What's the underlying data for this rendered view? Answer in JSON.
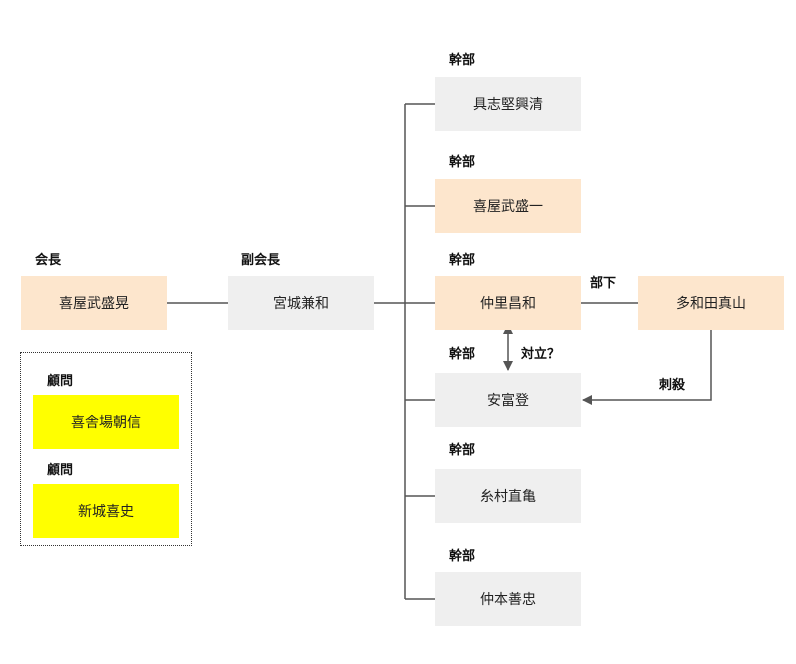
{
  "chairman": {
    "role": "会長",
    "name": "喜屋武盛晃"
  },
  "vice_chairman": {
    "role": "副会長",
    "name": "宮城兼和"
  },
  "advisors": [
    {
      "role": "顧問",
      "name": "喜舎場朝信"
    },
    {
      "role": "顧問",
      "name": "新城喜史"
    }
  ],
  "executives": [
    {
      "role": "幹部",
      "name": "具志堅興清"
    },
    {
      "role": "幹部",
      "name": "喜屋武盛一"
    },
    {
      "role": "幹部",
      "name": "仲里昌和"
    },
    {
      "role": "幹部",
      "name": "安富登"
    },
    {
      "role": "幹部",
      "name": "糸村直亀"
    },
    {
      "role": "幹部",
      "name": "仲本善忠"
    }
  ],
  "subordinate": {
    "relation": "部下",
    "name": "多和田真山"
  },
  "annotations": {
    "conflict": "対立？",
    "assassination": "刺殺"
  },
  "colors": {
    "orange": "#fde6cd",
    "gray": "#efefef",
    "yellow": "#ffff00",
    "line": "#555555"
  }
}
